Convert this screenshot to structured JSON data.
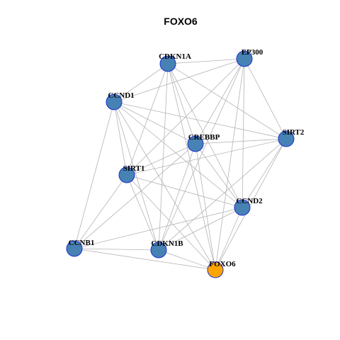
{
  "title": "FOXO6",
  "colors": {
    "node_fill": "#4682b4",
    "focus_fill": "#ffa500",
    "node_stroke": "#1f2fd0",
    "edge": "#b4b4b4"
  },
  "focus_node": "FOXO6",
  "nodes": [
    {
      "id": "CDKN1A"
    },
    {
      "id": "EP300"
    },
    {
      "id": "CCND1"
    },
    {
      "id": "SIRT2"
    },
    {
      "id": "CREBBP"
    },
    {
      "id": "SIRT1"
    },
    {
      "id": "CCND2"
    },
    {
      "id": "CCNB1"
    },
    {
      "id": "CDKN1B"
    },
    {
      "id": "FOXO6"
    }
  ],
  "edges": [
    [
      "CDKN1A",
      "EP300"
    ],
    [
      "CDKN1A",
      "CCND1"
    ],
    [
      "CDKN1A",
      "SIRT2"
    ],
    [
      "CDKN1A",
      "CREBBP"
    ],
    [
      "CDKN1A",
      "SIRT1"
    ],
    [
      "CDKN1A",
      "CCND2"
    ],
    [
      "CDKN1A",
      "CDKN1B"
    ],
    [
      "CDKN1A",
      "FOXO6"
    ],
    [
      "EP300",
      "CCND1"
    ],
    [
      "EP300",
      "SIRT2"
    ],
    [
      "EP300",
      "CREBBP"
    ],
    [
      "EP300",
      "SIRT1"
    ],
    [
      "EP300",
      "CCND2"
    ],
    [
      "EP300",
      "CDKN1B"
    ],
    [
      "EP300",
      "FOXO6"
    ],
    [
      "CCND1",
      "SIRT2"
    ],
    [
      "CCND1",
      "CREBBP"
    ],
    [
      "CCND1",
      "SIRT1"
    ],
    [
      "CCND1",
      "CCND2"
    ],
    [
      "CCND1",
      "CCNB1"
    ],
    [
      "CCND1",
      "CDKN1B"
    ],
    [
      "CCND1",
      "FOXO6"
    ],
    [
      "SIRT2",
      "CREBBP"
    ],
    [
      "SIRT2",
      "SIRT1"
    ],
    [
      "SIRT2",
      "CCND2"
    ],
    [
      "SIRT2",
      "CDKN1B"
    ],
    [
      "SIRT2",
      "FOXO6"
    ],
    [
      "CREBBP",
      "SIRT1"
    ],
    [
      "CREBBP",
      "CCND2"
    ],
    [
      "CREBBP",
      "CCNB1"
    ],
    [
      "CREBBP",
      "CDKN1B"
    ],
    [
      "CREBBP",
      "FOXO6"
    ],
    [
      "SIRT1",
      "CCND2"
    ],
    [
      "SIRT1",
      "CCNB1"
    ],
    [
      "SIRT1",
      "CDKN1B"
    ],
    [
      "SIRT1",
      "FOXO6"
    ],
    [
      "CCND2",
      "CCNB1"
    ],
    [
      "CCND2",
      "CDKN1B"
    ],
    [
      "CCND2",
      "FOXO6"
    ],
    [
      "CCNB1",
      "CDKN1B"
    ],
    [
      "CCNB1",
      "FOXO6"
    ],
    [
      "CDKN1B",
      "FOXO6"
    ]
  ]
}
